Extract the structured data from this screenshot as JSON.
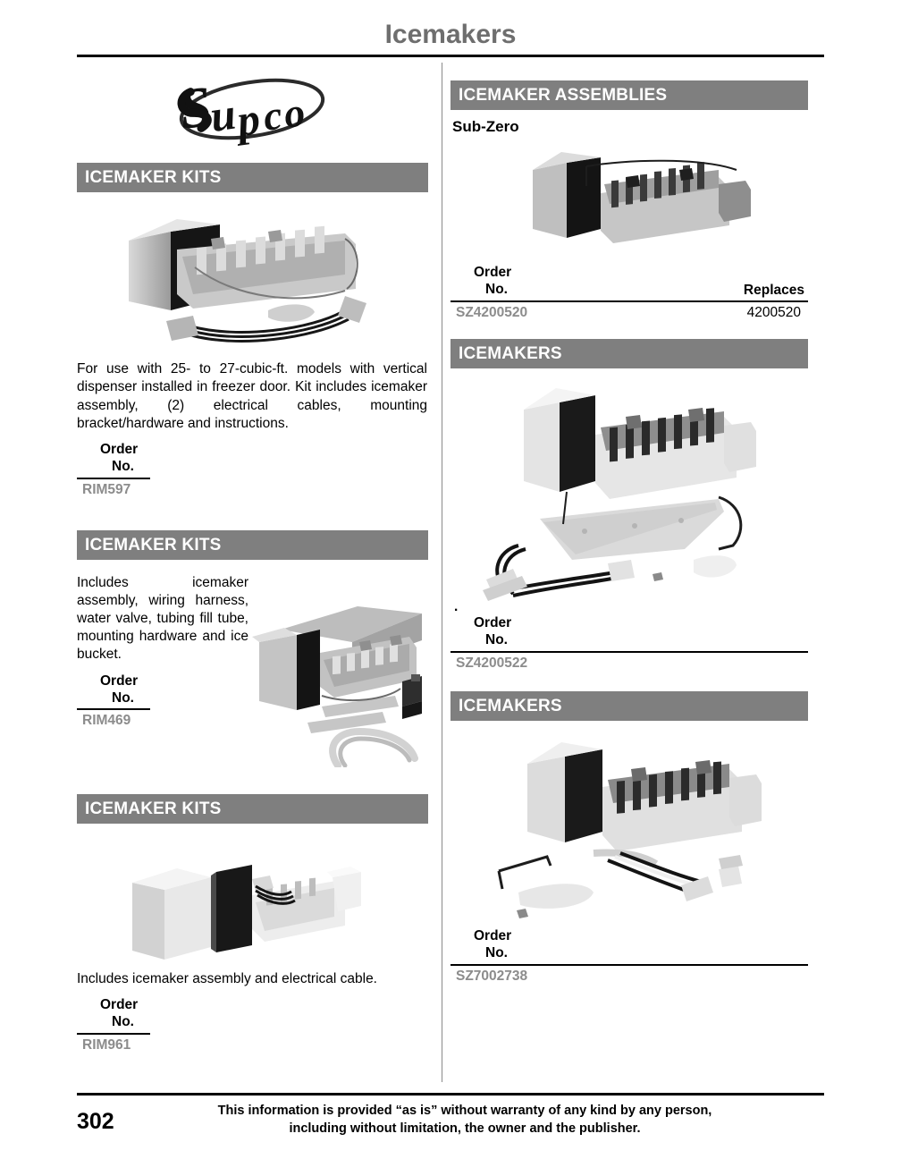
{
  "page": {
    "title": "Icemakers",
    "number": "302"
  },
  "logo": {
    "name": "supco-logo",
    "wordmark": "Supco"
  },
  "left_column": {
    "sections": [
      {
        "banner": "ICEMAKER KITS",
        "image_name": "icemaker-kit-photo-rim597",
        "description": "For use with 25- to 27-cubic-ft. models with vertical dispenser installed in freezer door. Kit includes icemaker assembly, (2) electrical cables, mounting bracket/hardware and instructions.",
        "table": {
          "header_line1": "Order",
          "header_line2": "No.",
          "order_no": "RIM597"
        }
      },
      {
        "banner": "ICEMAKER KITS",
        "image_name": "icemaker-kit-photo-rim469",
        "description": "Includes icemaker assembly, wiring harness, water valve, tubing fill tube, mounting hardware and ice bucket.",
        "table": {
          "header_line1": "Order",
          "header_line2": "No.",
          "order_no": "RIM469"
        }
      },
      {
        "banner": "ICEMAKER KITS",
        "image_name": "icemaker-kit-photo-rim961",
        "description": "Includes icemaker assembly and electrical cable.",
        "table": {
          "header_line1": "Order",
          "header_line2": "No.",
          "order_no": "RIM961"
        }
      }
    ]
  },
  "right_column": {
    "sections": [
      {
        "banner": "ICEMAKER ASSEMBLIES",
        "subbrand": "Sub-Zero",
        "image_name": "icemaker-assembly-photo-sz4200520",
        "table": {
          "header_line1": "Order",
          "header_line2": "No.",
          "header_replaces": "Replaces",
          "order_no": "SZ4200520",
          "replaces": "4200520"
        }
      },
      {
        "banner": "ICEMAKERS",
        "image_name": "icemaker-photo-sz4200522",
        "stray_mark": ".",
        "table": {
          "header_line1": "Order",
          "header_line2": "No.",
          "order_no": "SZ4200522"
        }
      },
      {
        "banner": "ICEMAKERS",
        "image_name": "icemaker-photo-sz7002738",
        "table": {
          "header_line1": "Order",
          "header_line2": "No.",
          "order_no": "SZ7002738"
        }
      }
    ]
  },
  "footer": {
    "disclaimer_line1": "This information is provided “as is” without warranty of any kind by any person,",
    "disclaimer_line2": "including without limitation, the owner and the publisher."
  },
  "colors": {
    "banner_bg": "#7f7f7f",
    "banner_text": "#ffffff",
    "title_gray": "#6e6e6e",
    "order_no_gray": "#8c8c8c",
    "rule_black": "#000000"
  }
}
